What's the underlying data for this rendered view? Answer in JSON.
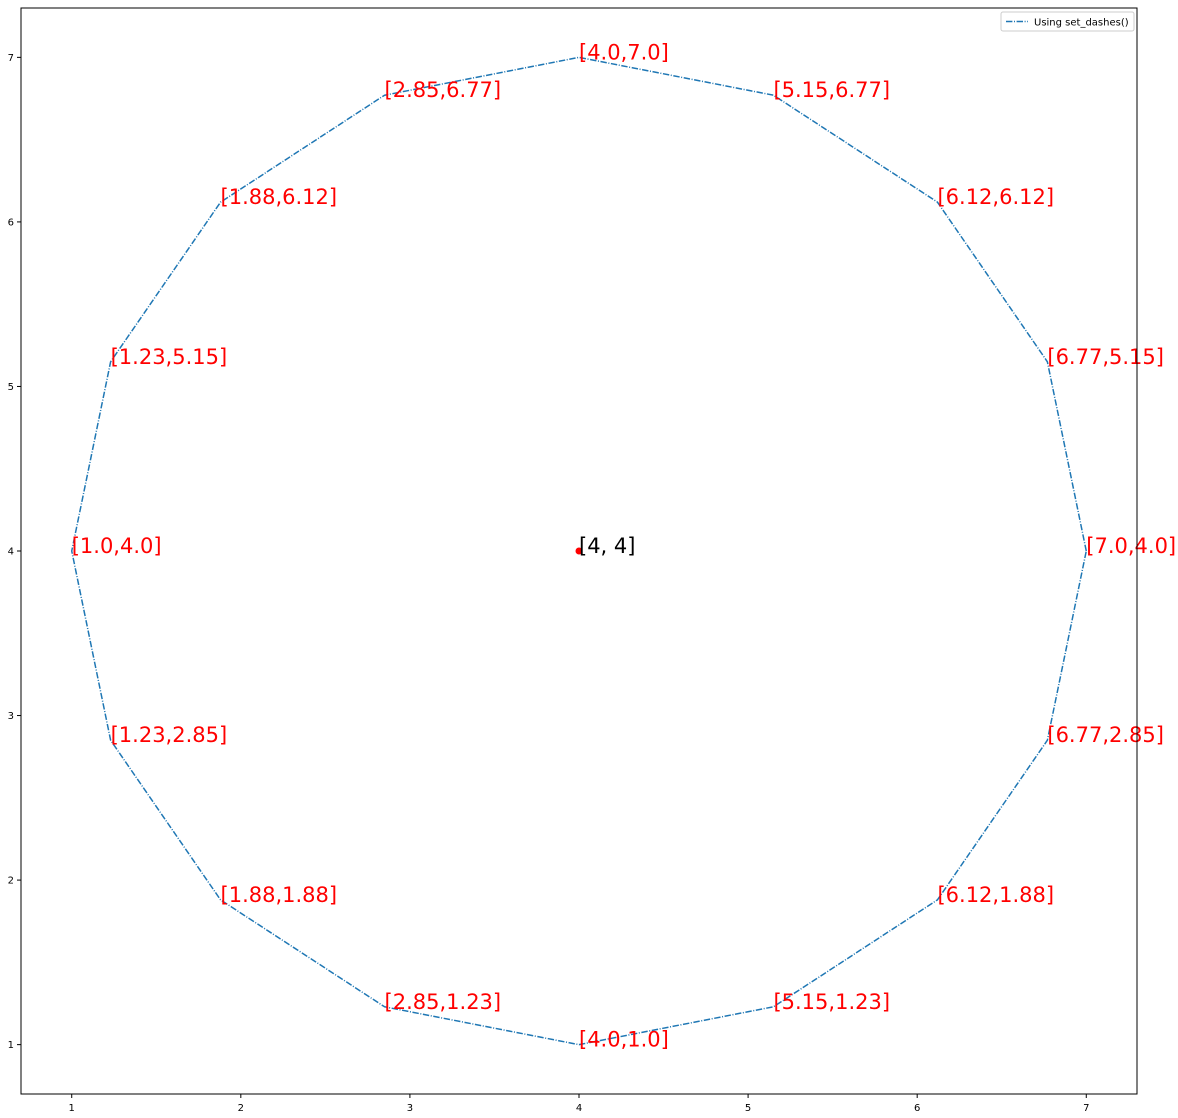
{
  "chart_data": {
    "type": "line",
    "title": "",
    "xlabel": "",
    "ylabel": "",
    "xlim": [
      0.7,
      7.3
    ],
    "ylim": [
      0.7,
      7.3
    ],
    "grid": false,
    "legend_position": "top-right",
    "x_ticks": [
      1,
      2,
      3,
      4,
      5,
      6,
      7
    ],
    "y_ticks": [
      1,
      2,
      3,
      4,
      5,
      6,
      7
    ],
    "x_tick_labels": [
      "1",
      "2",
      "3",
      "4",
      "5",
      "6",
      "7"
    ],
    "y_tick_labels": [
      "1",
      "2",
      "3",
      "4",
      "5",
      "6",
      "7"
    ],
    "series": [
      {
        "name": "Using set_dashes()",
        "color": "#1f77b4",
        "linestyle": "dashdot",
        "x": [
          7.0,
          6.77,
          6.12,
          5.15,
          4.0,
          2.85,
          1.88,
          1.23,
          1.0,
          1.23,
          1.88,
          2.85,
          4.0,
          5.15,
          6.12,
          6.77,
          7.0
        ],
        "y": [
          4.0,
          5.15,
          6.12,
          6.77,
          7.0,
          6.77,
          6.12,
          5.15,
          4.0,
          2.85,
          1.88,
          1.23,
          1.0,
          1.23,
          1.88,
          2.85,
          4.0
        ]
      }
    ],
    "point_annotations": [
      {
        "x": 4.0,
        "y": 7.0,
        "text": "[4.0,7.0]"
      },
      {
        "x": 2.85,
        "y": 6.77,
        "text": "[2.85,6.77]"
      },
      {
        "x": 5.15,
        "y": 6.77,
        "text": "[5.15,6.77]"
      },
      {
        "x": 1.88,
        "y": 6.12,
        "text": "[1.88,6.12]"
      },
      {
        "x": 6.12,
        "y": 6.12,
        "text": "[6.12,6.12]"
      },
      {
        "x": 1.23,
        "y": 5.15,
        "text": "[1.23,5.15]"
      },
      {
        "x": 6.77,
        "y": 5.15,
        "text": "[6.77,5.15]"
      },
      {
        "x": 1.0,
        "y": 4.0,
        "text": "[1.0,4.0]"
      },
      {
        "x": 7.0,
        "y": 4.0,
        "text": "[7.0,4.0]"
      },
      {
        "x": 1.23,
        "y": 2.85,
        "text": "[1.23,2.85]"
      },
      {
        "x": 6.77,
        "y": 2.85,
        "text": "[6.77,2.85]"
      },
      {
        "x": 1.88,
        "y": 1.88,
        "text": "[1.88,1.88]"
      },
      {
        "x": 6.12,
        "y": 1.88,
        "text": "[6.12,1.88]"
      },
      {
        "x": 2.85,
        "y": 1.23,
        "text": "[2.85,1.23]"
      },
      {
        "x": 5.15,
        "y": 1.23,
        "text": "[5.15,1.23]"
      },
      {
        "x": 4.0,
        "y": 1.0,
        "text": "[4.0,1.0]"
      }
    ],
    "annotation_color": "#ff0000",
    "center_point": {
      "x": 4,
      "y": 4,
      "text": "[4, 4]",
      "color": "#ff0000"
    }
  }
}
